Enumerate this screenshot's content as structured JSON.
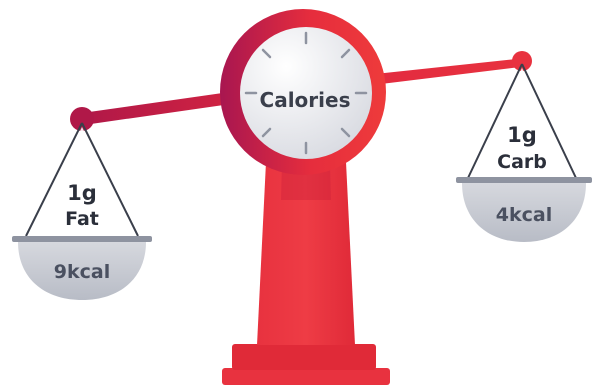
{
  "dial": {
    "label": "Calories"
  },
  "left_pan": {
    "amount": "1g",
    "nutrient": "Fat",
    "energy": "9kcal"
  },
  "right_pan": {
    "amount": "1g",
    "nutrient": "Carb",
    "energy": "4kcal"
  },
  "colors": {
    "scale_red": "#e8323f",
    "scale_dark_red": "#b01848",
    "pan_gray": "#c9ccd4",
    "text_dark": "#2b2f3a",
    "text_gray": "#4a5060"
  }
}
